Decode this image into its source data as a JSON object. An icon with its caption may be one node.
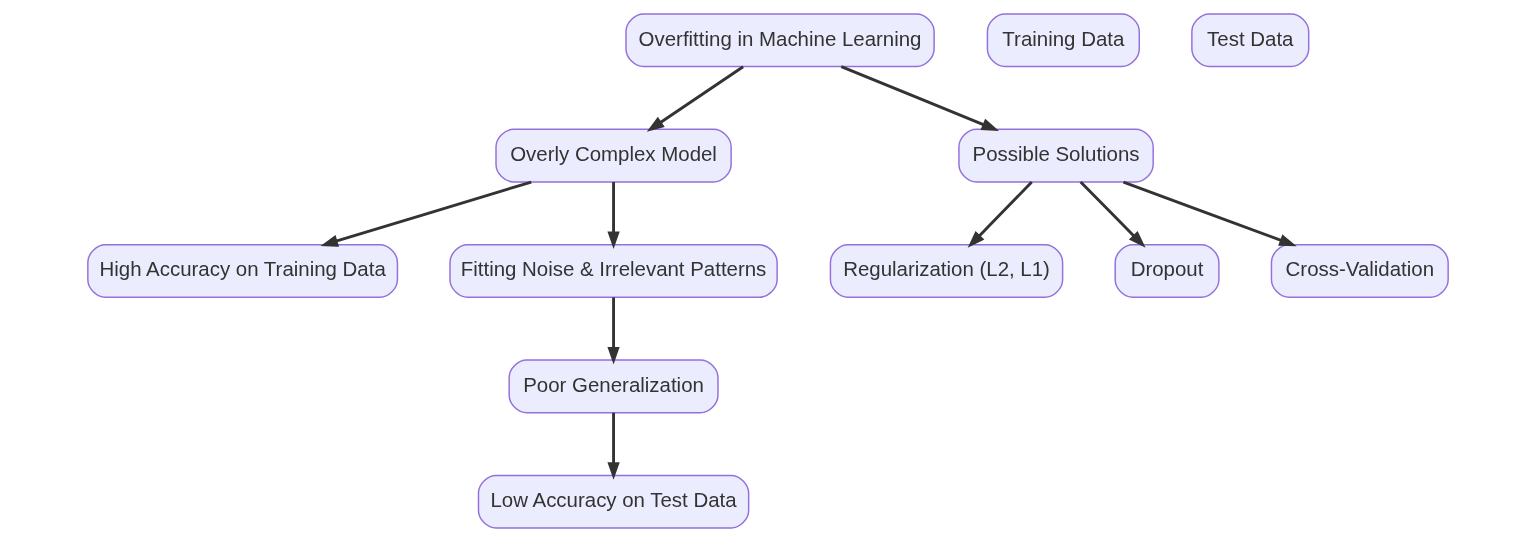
{
  "diagram": {
    "nodes": [
      {
        "text": [
          "Overfitting in Machine Learning"
        ]
      },
      {
        "text": [
          "Training Data"
        ]
      },
      {
        "text": [
          "Test Data"
        ]
      },
      {
        "text": [
          "Overly Complex Model"
        ]
      },
      {
        "text": [
          "Possible Solutions"
        ]
      },
      {
        "text": [
          "High Accuracy on Training Data"
        ]
      },
      {
        "text": [
          "Fitting Noise & Irrelevant Patterns"
        ]
      },
      {
        "text": [
          "Regularization (L2, L1)"
        ]
      },
      {
        "text": [
          "Dropout"
        ]
      },
      {
        "text": [
          "Cross-Validation"
        ]
      },
      {
        "text": [
          "Poor Generalization"
        ]
      },
      {
        "text": [
          "Low Accuracy on Test Data"
        ]
      }
    ],
    "edges": [
      {
        "from": 0,
        "to": 3,
        "arrow": "to"
      },
      {
        "from": 0,
        "to": 4,
        "arrow": "to"
      },
      {
        "from": 3,
        "to": 5,
        "arrow": "to"
      },
      {
        "from": 3,
        "to": 6,
        "arrow": "to"
      },
      {
        "from": 4,
        "to": 7,
        "arrow": "to"
      },
      {
        "from": 4,
        "to": 8,
        "arrow": "to"
      },
      {
        "from": 4,
        "to": 9,
        "arrow": "to"
      },
      {
        "from": 6,
        "to": 10,
        "arrow": "to"
      },
      {
        "from": 10,
        "to": 11,
        "arrow": "to"
      }
    ]
  }
}
